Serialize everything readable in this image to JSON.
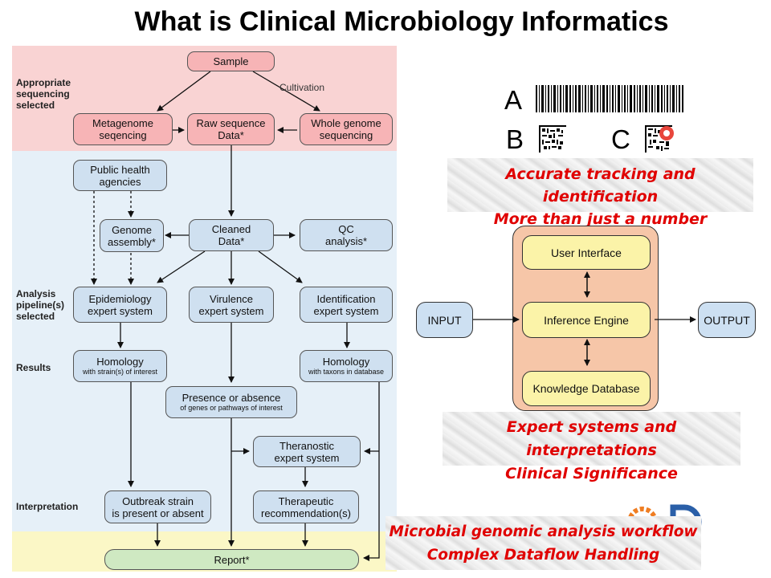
{
  "title": "What is Clinical Microbiology Informatics",
  "workflow": {
    "row_labels": [
      "Appropriate sequencing selected",
      "Analysis pipeline(s) selected",
      "Results",
      "Interpretation"
    ],
    "annotation": "Cultivation",
    "nodes": {
      "sample": "Sample",
      "metagenome": [
        "Metagenome",
        "seqencing"
      ],
      "raw_sequence": [
        "Raw sequence",
        "Data*"
      ],
      "whole_genome": [
        "Whole genome",
        "sequencing"
      ],
      "public_health": [
        "Public health",
        "agencies"
      ],
      "genome_assembly": [
        "Genome",
        "assembly*"
      ],
      "cleaned_data": [
        "Cleaned",
        "Data*"
      ],
      "qc_analysis": [
        "QC",
        "analysis*"
      ],
      "epidemiology": [
        "Epidemiology",
        "expert system"
      ],
      "virulence": [
        "Virulence",
        "expert system"
      ],
      "identification": [
        "Identification",
        "expert system"
      ],
      "homology_strain": [
        "Homology",
        "with strain(s) of interest"
      ],
      "homology_taxon": [
        "Homology",
        "with taxons in database"
      ],
      "presence_absence": [
        "Presence or absence",
        "of genes or pathways of interest"
      ],
      "theranostic": [
        "Theranostic",
        "expert system"
      ],
      "outbreak": [
        "Outbreak strain",
        "is present or absent"
      ],
      "therapeutic": [
        "Therapeutic",
        "recommendation(s)"
      ],
      "report": "Report*"
    }
  },
  "identifiers": {
    "letters": [
      "A",
      "B",
      "C"
    ],
    "caption": [
      "Accurate tracking and identification",
      "More than just a number"
    ]
  },
  "expert_system": {
    "input": "INPUT",
    "output": "OUTPUT",
    "user_interface": "User Interface",
    "inference_engine": "Inference Engine",
    "knowledge_database": "Knowledge Database",
    "caption": [
      "Expert systems and interpretations",
      "Clinical Significance"
    ]
  },
  "bottom_caption": [
    "Microbial genomic analysis workflow",
    "Complex Dataflow Handling"
  ],
  "colors": {
    "caption_red": "#e00000",
    "pink_band": "#f9d3d3",
    "blue_band": "#e6f0f8",
    "yellow_band": "#fbf7c6",
    "engine_frame": "#f6c6a8"
  }
}
